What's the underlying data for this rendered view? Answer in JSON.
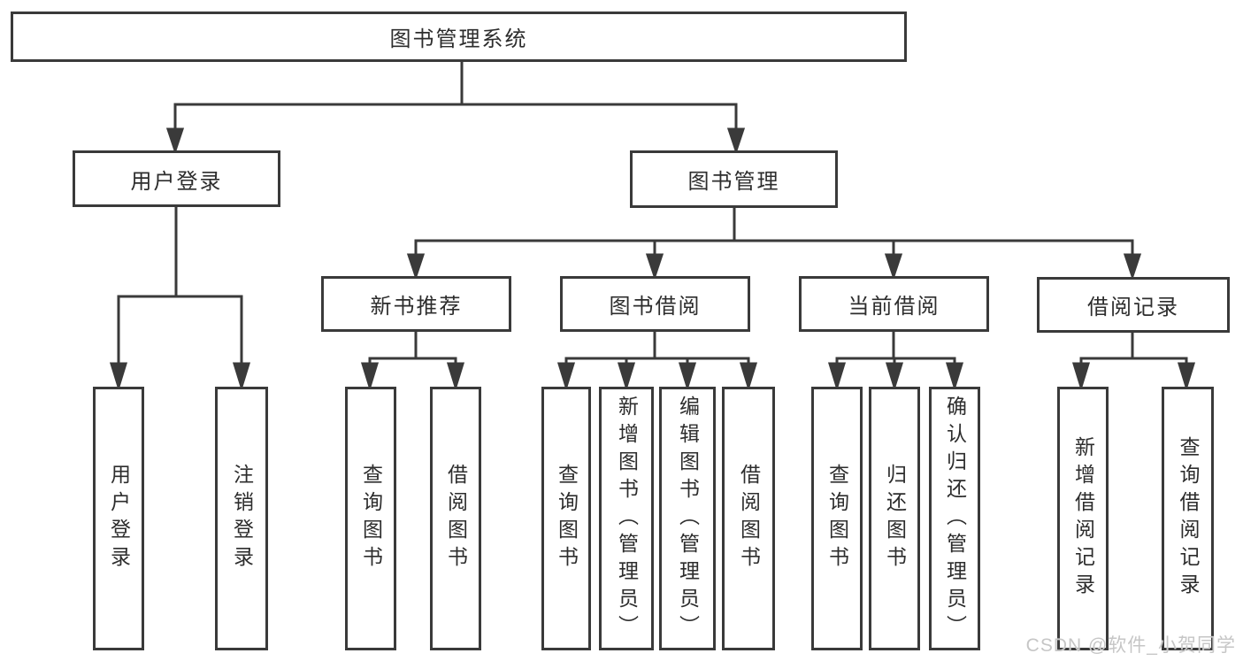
{
  "diagram": {
    "type": "hierarchy-tree",
    "nodes": {
      "root": {
        "label": "图书管理系统"
      },
      "user_login": {
        "label": "用户登录",
        "children": {
          "login": {
            "label": "用户登录"
          },
          "logout": {
            "label": "注销登录"
          }
        }
      },
      "book_mgmt": {
        "label": "图书管理",
        "children": {
          "new_book_rec": {
            "label": "新书推荐",
            "children": {
              "query_book": {
                "label": "查询图书"
              },
              "borrow_book": {
                "label": "借阅图书"
              }
            }
          },
          "book_borrow": {
            "label": "图书借阅",
            "children": {
              "query_book": {
                "label": "查询图书"
              },
              "add_book": {
                "label": "新增图书（管理员）"
              },
              "edit_book": {
                "label": "编辑图书（管理员）"
              },
              "borrow_book": {
                "label": "借阅图书"
              }
            }
          },
          "current_borrow": {
            "label": "当前借阅",
            "children": {
              "query_book": {
                "label": "查询图书"
              },
              "return_book": {
                "label": "归还图书"
              },
              "confirm_return": {
                "label": "确认归还（管理员）"
              }
            }
          },
          "borrow_records": {
            "label": "借阅记录",
            "children": {
              "add_record": {
                "label": "新增借阅记录"
              },
              "query_record": {
                "label": "查询借阅记录"
              }
            }
          }
        }
      }
    }
  },
  "colors": {
    "line": "#3a3a3a",
    "text": "#2d2d2d",
    "box_background": "#ffffff",
    "watermark": "#c6c6c6"
  },
  "watermark": {
    "text": "CSDN @软件_小贺同学"
  }
}
